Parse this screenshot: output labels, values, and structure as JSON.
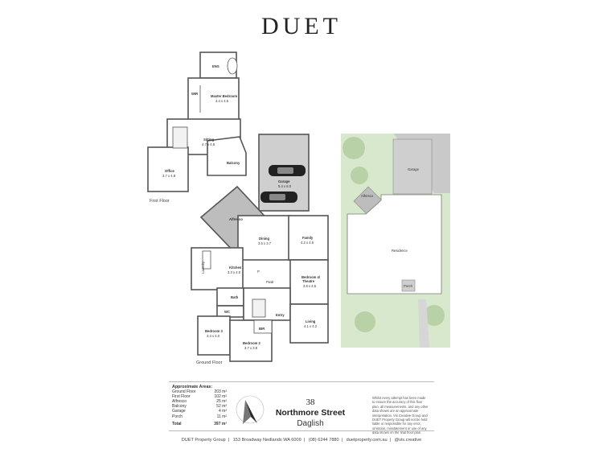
{
  "brand": "DUET",
  "floor_labels": {
    "first": "First Floor",
    "ground": "Ground Floor"
  },
  "rooms": {
    "ens": "ENS",
    "wir": "WIR",
    "master": "Master Bedroom",
    "master_dim": "4.4 x 4.5",
    "sitting": "Sitting",
    "sitting_dim": "4.7 x 4.8",
    "office": "Office",
    "office_dim": "3.7 x 4.8",
    "balcony": "Balcony",
    "garage": "Garage",
    "garage_dim": "5.4 x 6.0",
    "alfresco": "Alfresco",
    "dining": "Dining",
    "dining_dim": "3.5 x 3.7",
    "family": "Family",
    "family_dim": "4.2 x 4.5",
    "kitchen": "Kitchen",
    "kitchen_dim": "3.3 x 4.0",
    "laundry": "Laundry",
    "pwdr": "Pwdr",
    "p": "P",
    "bath": "Bath",
    "wc": "WC",
    "bed4": "Bedroom 4/",
    "bed4b": "Theatre",
    "bed4_dim": "3.8 x 4.5",
    "entry": "Entry",
    "living": "Living",
    "living_dim": "4.1 x 4.2",
    "bed3": "Bedroom 3",
    "bed3_dim": "3.4 x 4.0",
    "bed2": "Bedroom 2",
    "bed2_dim": "3.7 x 3.8",
    "bir": "BIR"
  },
  "site": {
    "garage": "Garage",
    "alfresco": "Alfresco",
    "residence": "Residence",
    "porch": "Porch"
  },
  "areas": {
    "heading": "Approximate Areas:",
    "rows": [
      {
        "name": "Ground Floor",
        "value": "203 m²"
      },
      {
        "name": "First Floor",
        "value": "102 m²"
      },
      {
        "name": "Alfresco",
        "value": "25 m²"
      },
      {
        "name": "Balcony",
        "value": "52 m²"
      },
      {
        "name": "Garage",
        "value": "4 m²"
      },
      {
        "name": "Porch",
        "value": "11 m²"
      }
    ],
    "total_label": "Total",
    "total_value": "397 m²"
  },
  "address": {
    "number": "38",
    "street": "Northmore Street",
    "suburb": "Daglish"
  },
  "disclaimer": "Whilst every attempt has been made to ensure the accuracy of this floor plan, all measurements, and any other data shown are an approximate interpretation. Vis Creative Group and DUET Property Group will not be held liable or responsible for any error, omission, misstatement or use of any data shown on the final floor plan.",
  "footer": [
    "DUET Property Group",
    "153 Broadway Nedlands WA 6009",
    "(08) 6244 7880",
    "duetproperty.com.au",
    "@vis.creative"
  ],
  "colors": {
    "wall": "#555555",
    "alfresco": "#bdbdbd",
    "garage": "#cfcfcf",
    "lawn": "#d8e8cc",
    "tree": "#b9d1a6"
  }
}
